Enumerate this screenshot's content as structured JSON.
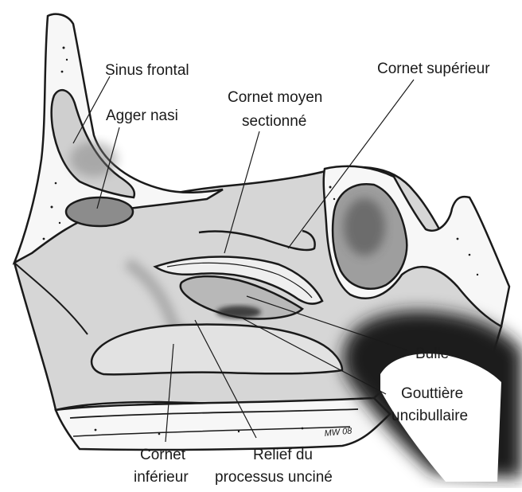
{
  "labels": {
    "sinus_frontal": "Sinus frontal",
    "agger_nasi": "Agger nasi",
    "cornet_moyen_l1": "Cornet moyen",
    "cornet_moyen_l2": "sectionné",
    "cornet_superieur": "Cornet supérieur",
    "bulle": "Bulle",
    "gouttiere_l1": "Gouttière",
    "gouttiere_l2": "uncibullaire",
    "cornet_inferieur_l1": "Cornet",
    "cornet_inferieur_l2": "inférieur",
    "relief_l1": "Relief du",
    "relief_l2": "processus unciné"
  },
  "signature": "MW 08",
  "colors": {
    "outline": "#1a1a1a",
    "cavity": "#d6d6d6",
    "bone": "#f7f7f7",
    "dark": "#2b2b2b"
  }
}
